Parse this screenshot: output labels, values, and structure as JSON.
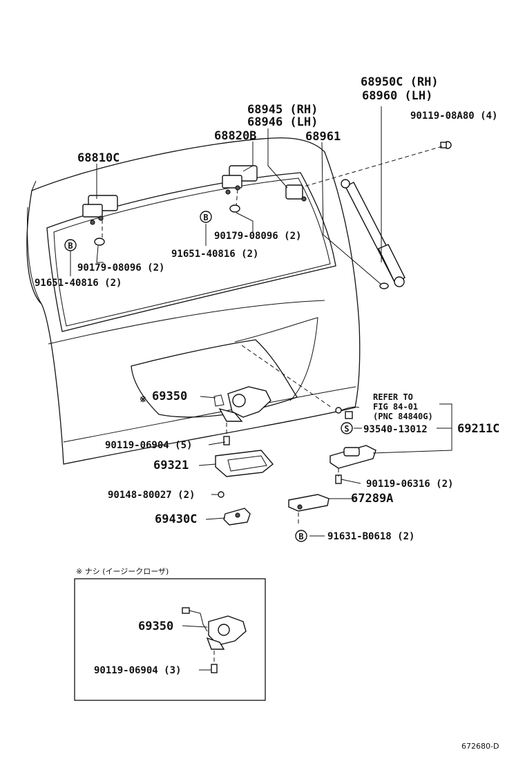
{
  "labels": {
    "p68950c": "68950C (RH)",
    "p68960": "68960 (LH)",
    "p90119_08a80": "90119-08A80 (4)",
    "p68945": "68945 (RH)",
    "p68946": "68946 (LH)",
    "p68820b": "68820B",
    "p68961": "68961",
    "p68810c": "68810C",
    "p90179_r": "90179-08096 (2)",
    "p91651_r": "91651-40816 (2)",
    "p90179_l": "90179-08096 (2)",
    "p91651_l": "91651-40816 (2)",
    "p69350": "69350",
    "refer1": "REFER TO",
    "refer2": "FIG 84-01",
    "refer3": "(PNC 84840G)",
    "p93540": "93540-13012",
    "p69211c": "69211C",
    "p90119_06904_5": "90119-06904 (5)",
    "p69321": "69321",
    "p90119_06316": "90119-06316 (2)",
    "p90148": "90148-80027 (2)",
    "p67289a": "67289A",
    "p69430c": "69430C",
    "p91631": "91631-B0618 (2)",
    "note": "※ ナシ (イージークローザ)",
    "inset_69350": "69350",
    "inset_90119": "90119-06904 (3)",
    "asterisk": "※",
    "code": "672680-D"
  },
  "markers": {
    "b": "B",
    "s": "S"
  }
}
